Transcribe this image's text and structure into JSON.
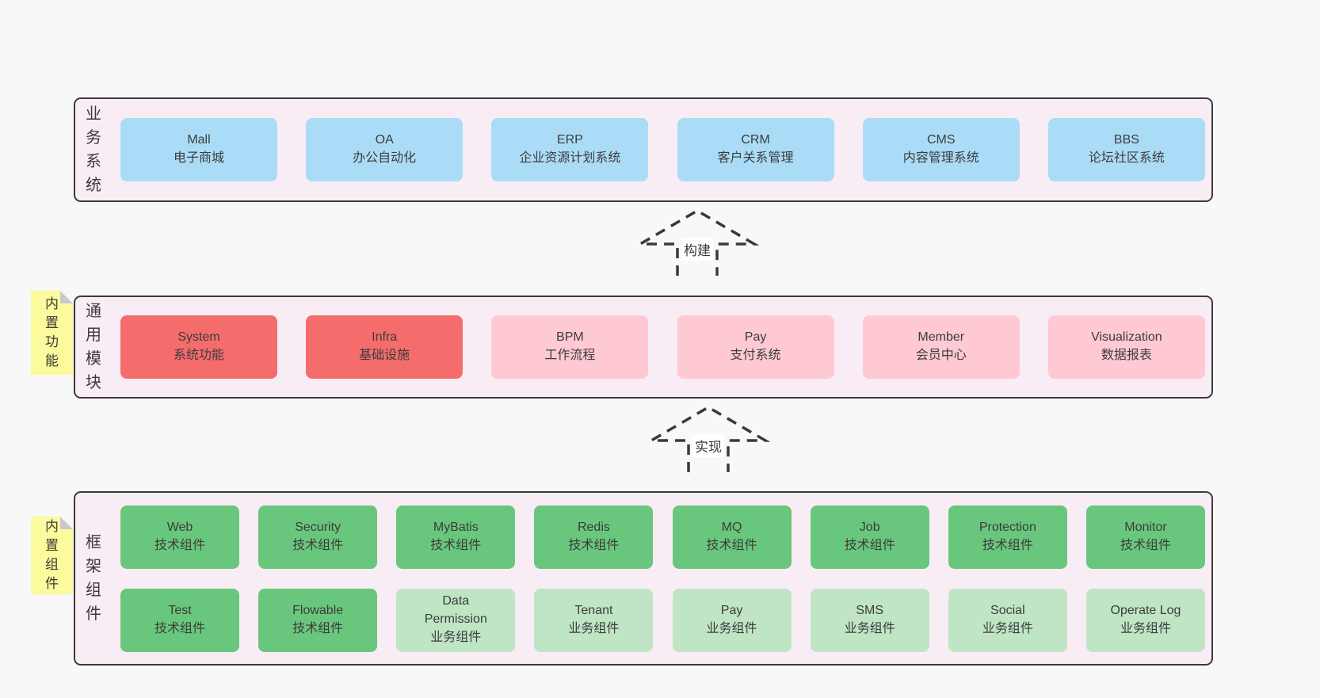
{
  "colors": {
    "page_bg": "#f8f8f8",
    "panel_bg": "#f8edf5",
    "panel_border": "#3b3b3b",
    "blue": "#abdcf7",
    "red": "#f56c6c",
    "pink": "#fec9d2",
    "green": "#69c77d",
    "light_green": "#bfe5c5",
    "sticky_yellow": "#fbfa9d",
    "fold_gray": "#c9c9c9",
    "text": "#3c3c3c"
  },
  "arrows": [
    {
      "label": "构建"
    },
    {
      "label": "实现"
    }
  ],
  "layers": [
    {
      "label": "业务系统",
      "tag": "",
      "rows": [
        [
          {
            "title": "Mall",
            "subtitle": "电子商城",
            "variant": "blue"
          },
          {
            "title": "OA",
            "subtitle": "办公自动化",
            "variant": "blue"
          },
          {
            "title": "ERP",
            "subtitle": "企业资源计划系统",
            "variant": "blue"
          },
          {
            "title": "CRM",
            "subtitle": "客户关系管理",
            "variant": "blue"
          },
          {
            "title": "CMS",
            "subtitle": "内容管理系统",
            "variant": "blue"
          },
          {
            "title": "BBS",
            "subtitle": "论坛社区系统",
            "variant": "blue"
          }
        ]
      ]
    },
    {
      "label": "通用模块",
      "tag": "内置功能",
      "rows": [
        [
          {
            "title": "System",
            "subtitle": "系统功能",
            "variant": "red"
          },
          {
            "title": "Infra",
            "subtitle": "基础设施",
            "variant": "red"
          },
          {
            "title": "BPM",
            "subtitle": "工作流程",
            "variant": "pink"
          },
          {
            "title": "Pay",
            "subtitle": "支付系统",
            "variant": "pink"
          },
          {
            "title": "Member",
            "subtitle": "会员中心",
            "variant": "pink"
          },
          {
            "title": "Visualization",
            "subtitle": "数据报表",
            "variant": "pink"
          }
        ]
      ]
    },
    {
      "label": "框架组件",
      "tag": "内置组件",
      "rows": [
        [
          {
            "title": "Web",
            "subtitle": "技术组件",
            "variant": "green"
          },
          {
            "title": "Security",
            "subtitle": "技术组件",
            "variant": "green"
          },
          {
            "title": "MyBatis",
            "subtitle": "技术组件",
            "variant": "green"
          },
          {
            "title": "Redis",
            "subtitle": "技术组件",
            "variant": "green"
          },
          {
            "title": "MQ",
            "subtitle": "技术组件",
            "variant": "green"
          },
          {
            "title": "Job",
            "subtitle": "技术组件",
            "variant": "green"
          },
          {
            "title": "Protection",
            "subtitle": "技术组件",
            "variant": "green"
          },
          {
            "title": "Monitor",
            "subtitle": "技术组件",
            "variant": "green"
          }
        ],
        [
          {
            "title": "Test",
            "subtitle": "技术组件",
            "variant": "green"
          },
          {
            "title": "Flowable",
            "subtitle": "技术组件",
            "variant": "green"
          },
          {
            "title": "Data Permission",
            "subtitle": "业务组件",
            "variant": "light-green"
          },
          {
            "title": "Tenant",
            "subtitle": "业务组件",
            "variant": "light-green"
          },
          {
            "title": "Pay",
            "subtitle": "业务组件",
            "variant": "light-green"
          },
          {
            "title": "SMS",
            "subtitle": "业务组件",
            "variant": "light-green"
          },
          {
            "title": "Social",
            "subtitle": "业务组件",
            "variant": "light-green"
          },
          {
            "title": "Operate Log",
            "subtitle": "业务组件",
            "variant": "light-green"
          }
        ]
      ]
    }
  ]
}
